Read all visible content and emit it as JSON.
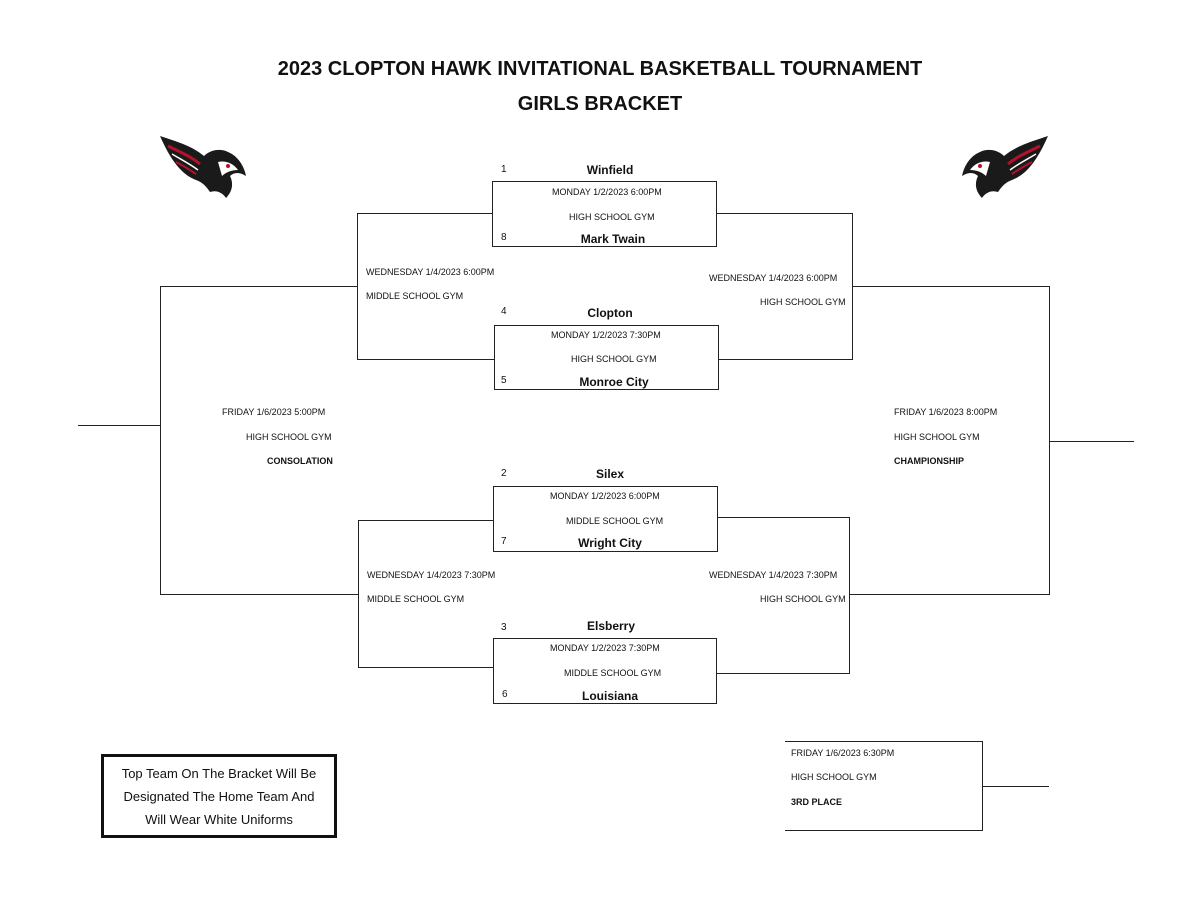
{
  "header": {
    "title": "2023 CLOPTON HAWK INVITATIONAL BASKETBALL TOURNAMENT",
    "subtitle": "GIRLS BRACKET"
  },
  "first_round": [
    {
      "top_seed": "1",
      "top_team": "Winfield",
      "time": "MONDAY 1/2/2023 6:00PM",
      "venue": "HIGH SCHOOL GYM",
      "bottom_seed": "8",
      "bottom_team": "Mark Twain"
    },
    {
      "top_seed": "4",
      "top_team": "Clopton",
      "time": "MONDAY  1/2/2023 7:30PM",
      "venue": "HIGH SCHOOL GYM",
      "bottom_seed": "5",
      "bottom_team": "Monroe City"
    },
    {
      "top_seed": "2",
      "top_team": "Silex",
      "time": "MONDAY  1/2/2023 6:00PM",
      "venue": "MIDDLE SCHOOL GYM",
      "bottom_seed": "7",
      "bottom_team": "Wright City"
    },
    {
      "top_seed": "3",
      "top_team": "Elsberry",
      "time": "MONDAY  1/2/2023 7:30PM",
      "venue": "MIDDLE SCHOOL GYM",
      "bottom_seed": "6",
      "bottom_team": "Louisiana"
    }
  ],
  "consolation_semis": [
    {
      "time": "WEDNESDAY 1/4/2023 6:00PM",
      "venue": "MIDDLE SCHOOL GYM"
    },
    {
      "time": "WEDNESDAY 1/4/2023 7:30PM",
      "venue": "MIDDLE SCHOOL GYM"
    }
  ],
  "winner_semis": [
    {
      "time": "WEDNESDAY 1/4/2023 6:00PM",
      "venue": "HIGH SCHOOL GYM"
    },
    {
      "time": "WEDNESDAY 1/4/2023 7:30PM",
      "venue": "HIGH SCHOOL GYM"
    }
  ],
  "consolation": {
    "time": "FRIDAY 1/6/2023 5:00PM",
    "venue": "HIGH SCHOOL  GYM",
    "label": "CONSOLATION"
  },
  "championship": {
    "time": "FRIDAY 1/6/2023 8:00PM",
    "venue": "HIGH SCHOOL  GYM",
    "label": "CHAMPIONSHIP"
  },
  "third_place": {
    "time": "FRIDAY 1/6/2023 6:30PM",
    "venue": "HIGH SCHOOL GYM",
    "label": "3RD PLACE"
  },
  "note": {
    "line1": "Top Team On The Bracket Will Be",
    "line2": "Designated The Home Team And",
    "line3": "Will Wear White Uniforms"
  },
  "colors": {
    "line": "#222222",
    "hawk_dark": "#1a1a1a",
    "hawk_red": "#b3122a"
  },
  "icons": {
    "left_logo": "hawk-icon",
    "right_logo": "hawk-icon"
  }
}
